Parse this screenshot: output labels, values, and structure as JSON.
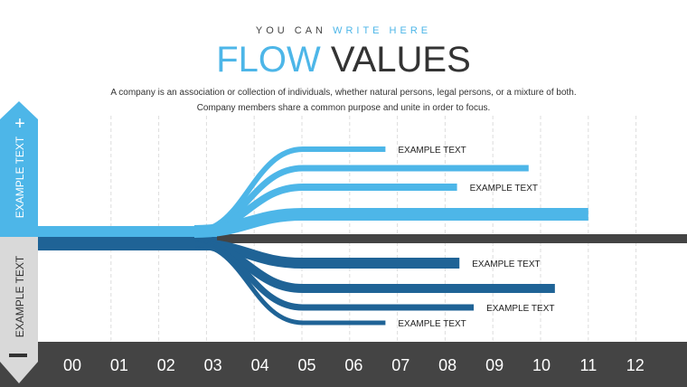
{
  "header": {
    "kicker_dark": "YOU CAN",
    "kicker_accent": "WRITE HERE",
    "title_accent": "FLOW",
    "title_dark": "VALUES",
    "description": "A company is an association or collection of individuals, whether natural persons, legal persons, or a mixture of both. Company members share a common purpose and unite in order to focus."
  },
  "side": {
    "top_label": "EXAMPLE TEXT",
    "bottom_label": "EXAMPLE TEXT",
    "plus": "+",
    "minus": "−"
  },
  "colors": {
    "light": "#4db6e8",
    "dark": "#1f6396",
    "gray": "#444444",
    "panel": "#d9d9d9"
  },
  "chart_data": {
    "type": "bar",
    "orientation": "horizontal",
    "xlim": [
      0,
      12
    ],
    "grid": true,
    "tick_labels": [
      "00",
      "01",
      "02",
      "03",
      "04",
      "05",
      "06",
      "07",
      "08",
      "09",
      "10",
      "11",
      "12"
    ],
    "upper_series": [
      {
        "value": 6.75,
        "label": "EXAMPLE TEXT"
      },
      {
        "value": 9.75,
        "label": ""
      },
      {
        "value": 8.25,
        "label": "EXAMPLE TEXT"
      },
      {
        "value": 11,
        "label": ""
      }
    ],
    "lower_series": [
      {
        "value": 8.3,
        "label": "EXAMPLE TEXT"
      },
      {
        "value": 10.3,
        "label": ""
      },
      {
        "value": 8.6,
        "label": "EXAMPLE TEXT"
      },
      {
        "value": 6.75,
        "label": "EXAMPLE TEXT"
      }
    ]
  }
}
